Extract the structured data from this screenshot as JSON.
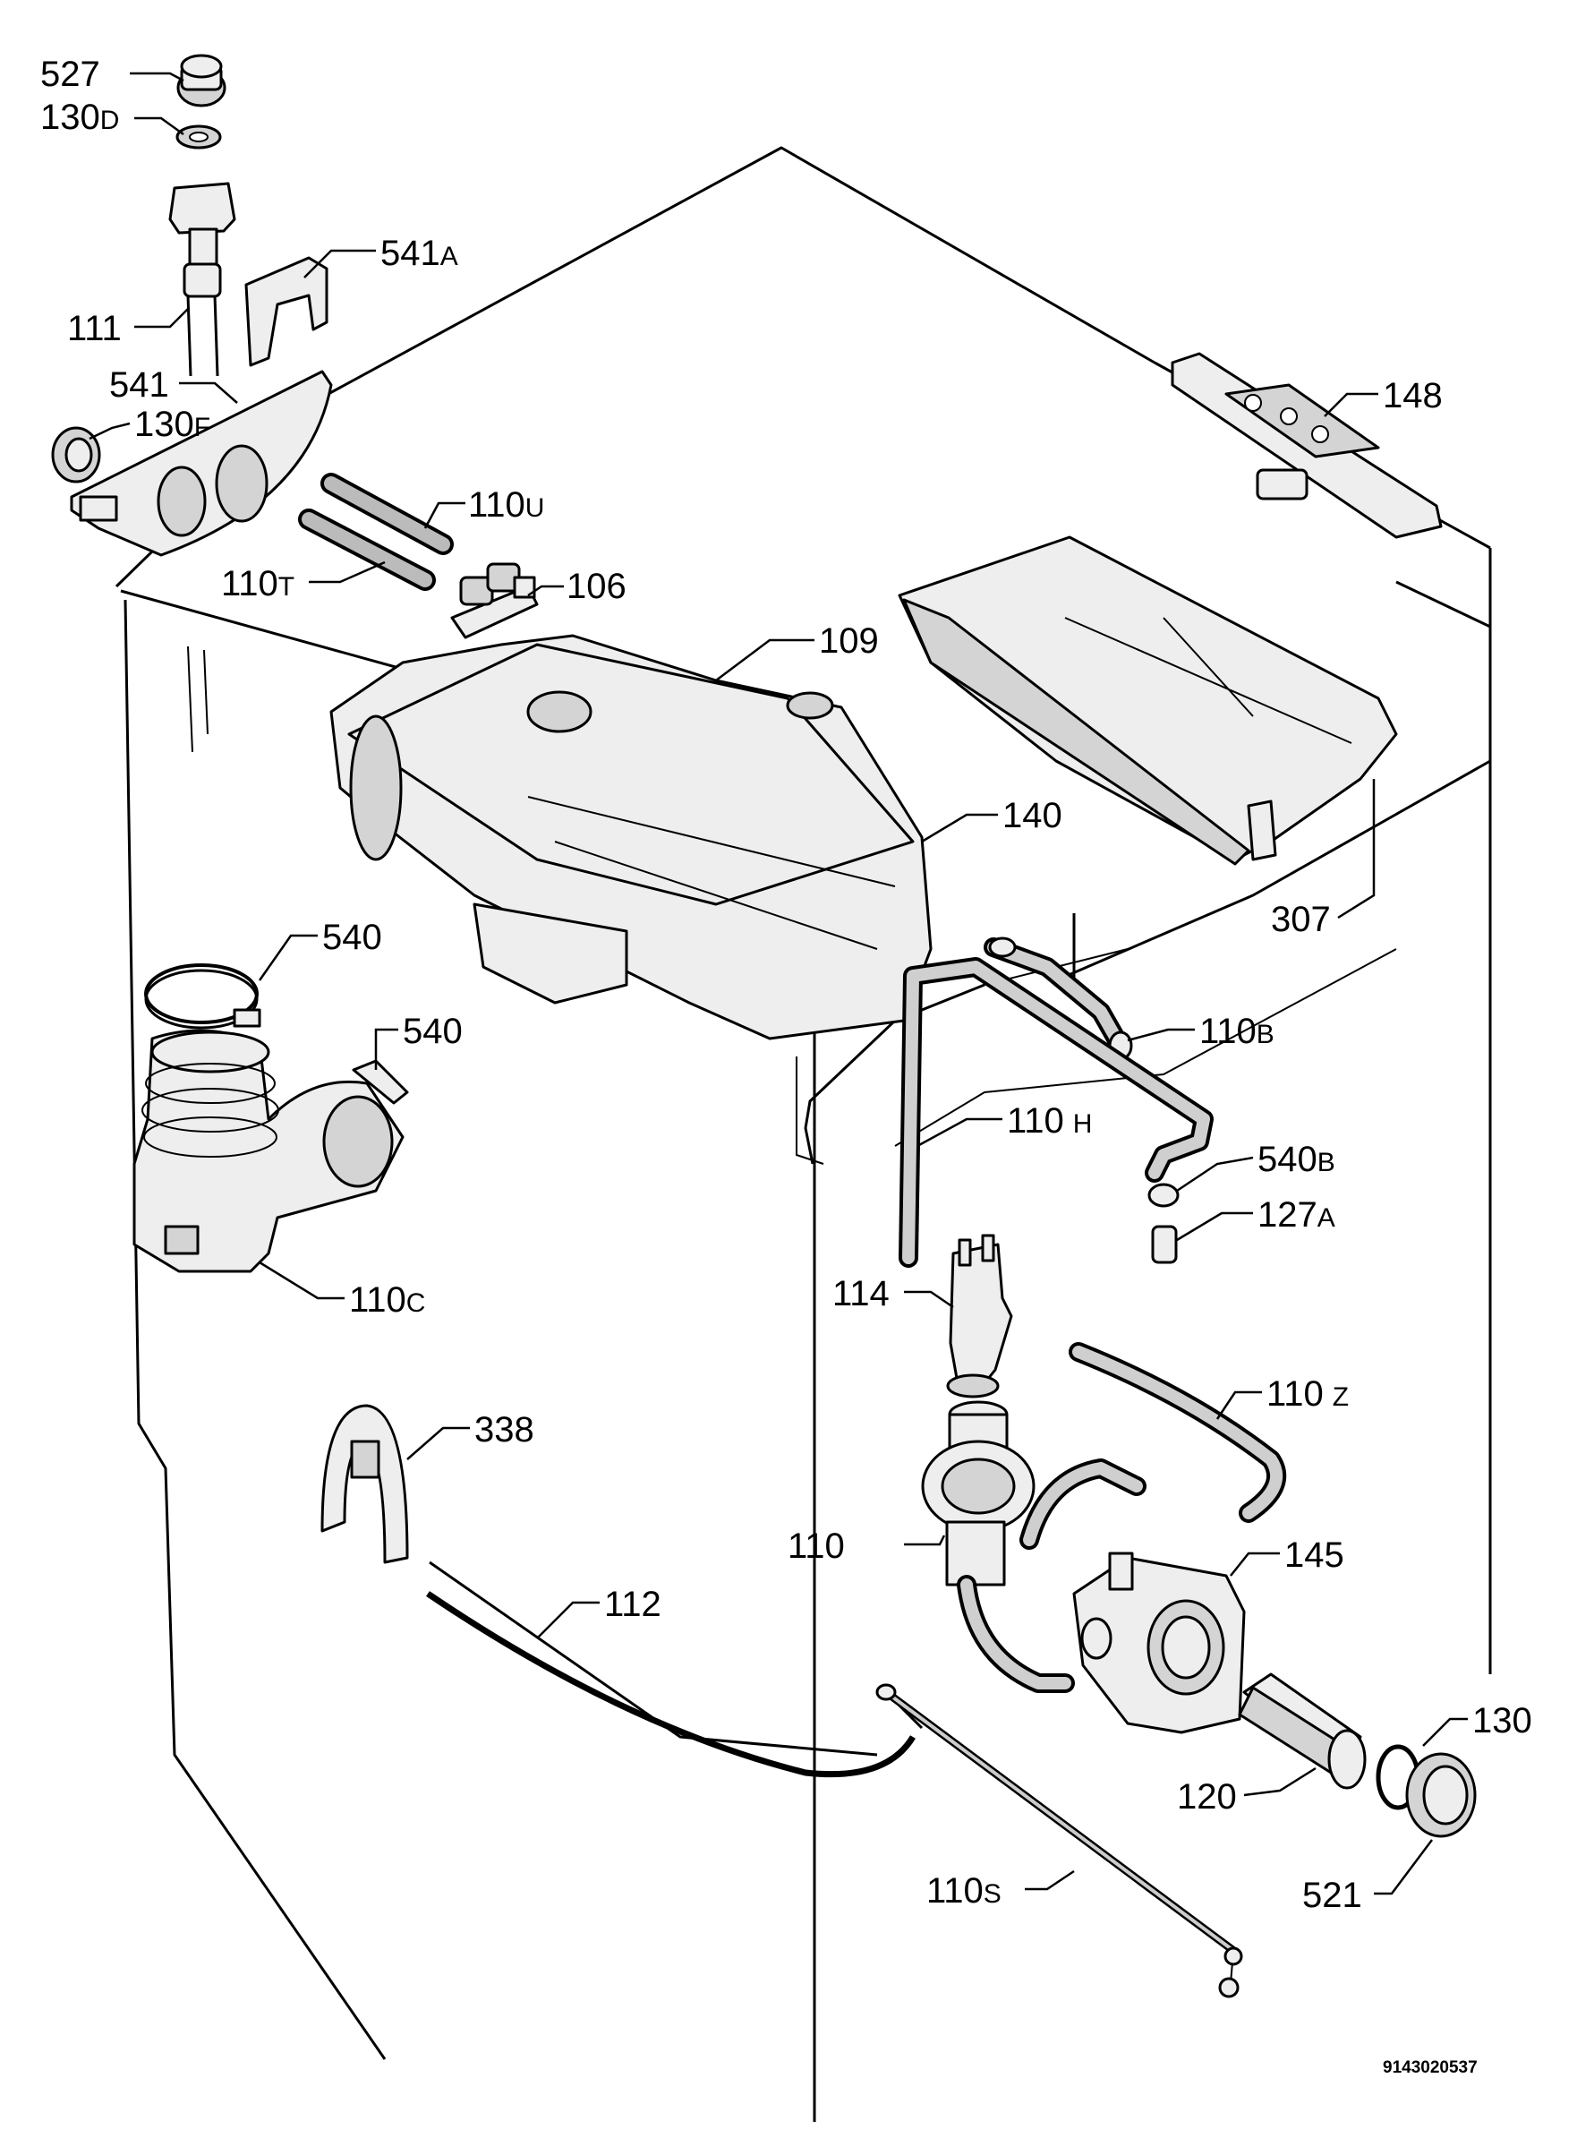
{
  "labels": {
    "l527": {
      "num": "527",
      "suffix": ""
    },
    "l130d": {
      "num": "130",
      "suffix": "D"
    },
    "l541a": {
      "num": "541",
      "suffix": "A"
    },
    "l111": {
      "num": "111",
      "suffix": ""
    },
    "l541": {
      "num": "541",
      "suffix": ""
    },
    "l130f": {
      "num": "130",
      "suffix": "F"
    },
    "l110u": {
      "num": "110",
      "suffix": "U"
    },
    "l110t": {
      "num": "110",
      "suffix": "T"
    },
    "l106": {
      "num": "106",
      "suffix": ""
    },
    "l109": {
      "num": "109",
      "suffix": ""
    },
    "l148": {
      "num": "148",
      "suffix": ""
    },
    "l140": {
      "num": "140",
      "suffix": ""
    },
    "l307": {
      "num": "307",
      "suffix": ""
    },
    "l540a": {
      "num": "540",
      "suffix": ""
    },
    "l540b": {
      "num": "540",
      "suffix": ""
    },
    "l110b": {
      "num": "110",
      "suffix": "B"
    },
    "l110h": {
      "num": "110",
      "suffix": "H"
    },
    "l540bb": {
      "num": "540",
      "suffix": "B"
    },
    "l127a": {
      "num": "127",
      "suffix": "A"
    },
    "l110c": {
      "num": "110",
      "suffix": "C"
    },
    "l114": {
      "num": "114",
      "suffix": ""
    },
    "l110z": {
      "num": "110",
      "suffix": "Z"
    },
    "l338": {
      "num": "338",
      "suffix": ""
    },
    "l110": {
      "num": "110",
      "suffix": ""
    },
    "l145": {
      "num": "145",
      "suffix": ""
    },
    "l112": {
      "num": "112",
      "suffix": ""
    },
    "l130": {
      "num": "130",
      "suffix": ""
    },
    "l120": {
      "num": "120",
      "suffix": ""
    },
    "l110s": {
      "num": "110",
      "suffix": "S"
    },
    "l521": {
      "num": "521",
      "suffix": ""
    }
  },
  "drawing_code": "9143020537"
}
